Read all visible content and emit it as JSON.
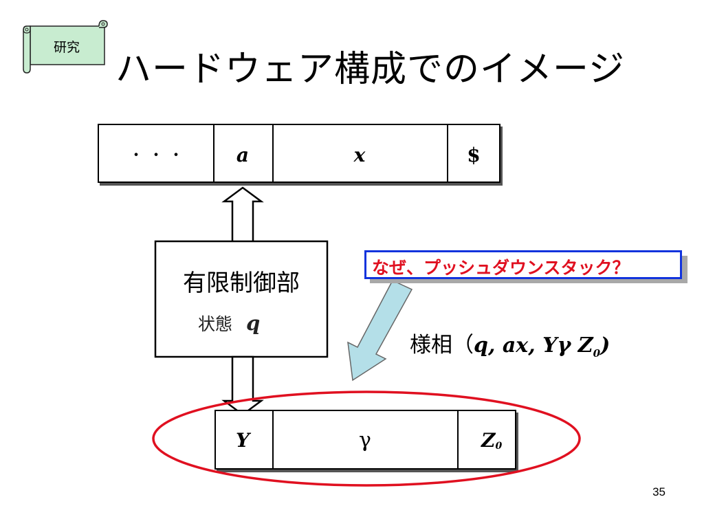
{
  "tag": {
    "label": "研究"
  },
  "title": "ハードウェア構成でのイメージ",
  "input_tape": {
    "cells": [
      "・ ・ ・",
      "a",
      "x",
      "$"
    ]
  },
  "finite_control": {
    "name": "有限制御部",
    "state_label": "状態",
    "state_symbol": "q"
  },
  "stack": {
    "cells": [
      "Y",
      "γ",
      "Z"
    ],
    "bottom_subscript": "0"
  },
  "callout": {
    "text": "なぜ、プッシュダウンスタック？"
  },
  "configuration": {
    "prefix": "様相",
    "open_paren": "（",
    "args_a": "q, ax, Yγ Z",
    "sub": "0",
    "close_paren": ")"
  },
  "page_number": "35",
  "colors": {
    "callout_border": "#1133dd",
    "callout_text": "#e01020",
    "highlight_ellipse": "#e01020",
    "arrow_fill": "#b4dfe8"
  }
}
